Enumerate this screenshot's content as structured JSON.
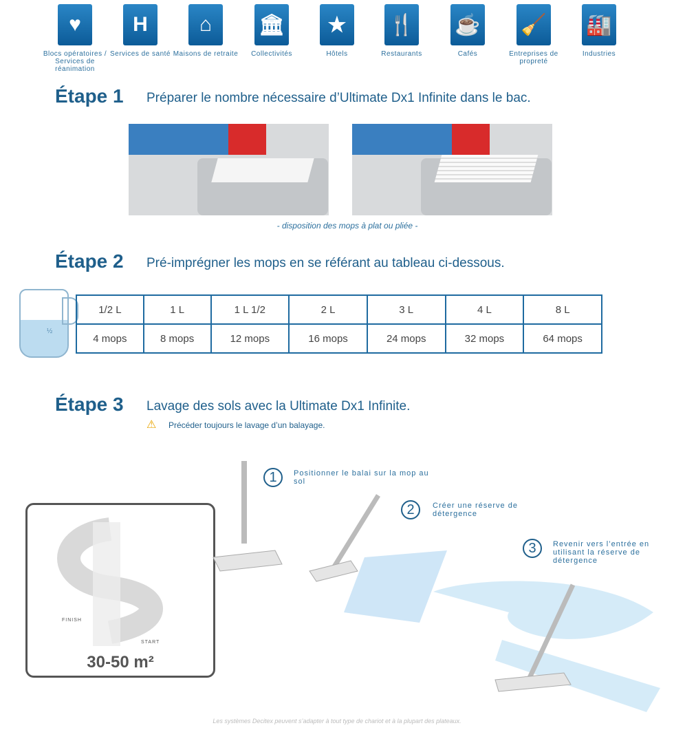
{
  "sectors": [
    {
      "icon": "heart-pulse-icon",
      "glyph": "♥",
      "label": "Blocs opératoires / Services de réanimation"
    },
    {
      "icon": "hospital-icon",
      "glyph": "H",
      "label": "Services de santé"
    },
    {
      "icon": "elderly-person-icon",
      "glyph": "⌂",
      "label": "Maisons de retraite"
    },
    {
      "icon": "public-building-icon",
      "glyph": "🏛",
      "label": "Collectivités"
    },
    {
      "icon": "hotel-bed-icon",
      "glyph": "★",
      "label": "Hôtels"
    },
    {
      "icon": "fork-knife-icon",
      "glyph": "🍴",
      "label": "Restaurants"
    },
    {
      "icon": "coffee-cup-icon",
      "glyph": "☕",
      "label": "Cafés"
    },
    {
      "icon": "cleaner-icon",
      "glyph": "🧹",
      "label": "Entreprises de propreté"
    },
    {
      "icon": "factory-icon",
      "glyph": "🏭",
      "label": "Industries"
    }
  ],
  "step1": {
    "title": "Étape 1",
    "text": "Préparer le nombre nécessaire d’Ultimate Dx1 Infinite dans le bac.",
    "caption": "- disposition des mops à plat ou pliée -"
  },
  "step2": {
    "title": "Étape 2",
    "text": "Pré-imprégner les mops en se référant au tableau ci-dessous.",
    "jug_mark": "½",
    "volumes": [
      "1/2 L",
      "1 L",
      "1 L 1/2",
      "2 L",
      "3 L",
      "4 L",
      "8 L"
    ],
    "mops": [
      "4 mops",
      "8 mops",
      "12 mops",
      "16 mops",
      "24 mops",
      "32 mops",
      "64 mops"
    ]
  },
  "step3": {
    "title": "Étape 3",
    "text": "Lavage des sols avec la Ultimate Dx1 Infinite.",
    "warning": "Précéder toujours le lavage d’un balayage.",
    "instructions": [
      {
        "n": "1",
        "text": "Positionner le balai sur la mop au sol"
      },
      {
        "n": "2",
        "text": "Créer une réserve de détergence"
      },
      {
        "n": "3",
        "text": "Revenir vers l’entrée en utilisant la réserve de détergence"
      }
    ],
    "finish": "FINISH",
    "start": "START",
    "area": "30-50 m²"
  },
  "footer": "Les systèmes Decitex peuvent s’adapter à tout type de chariot et à la plupart des plateaux."
}
